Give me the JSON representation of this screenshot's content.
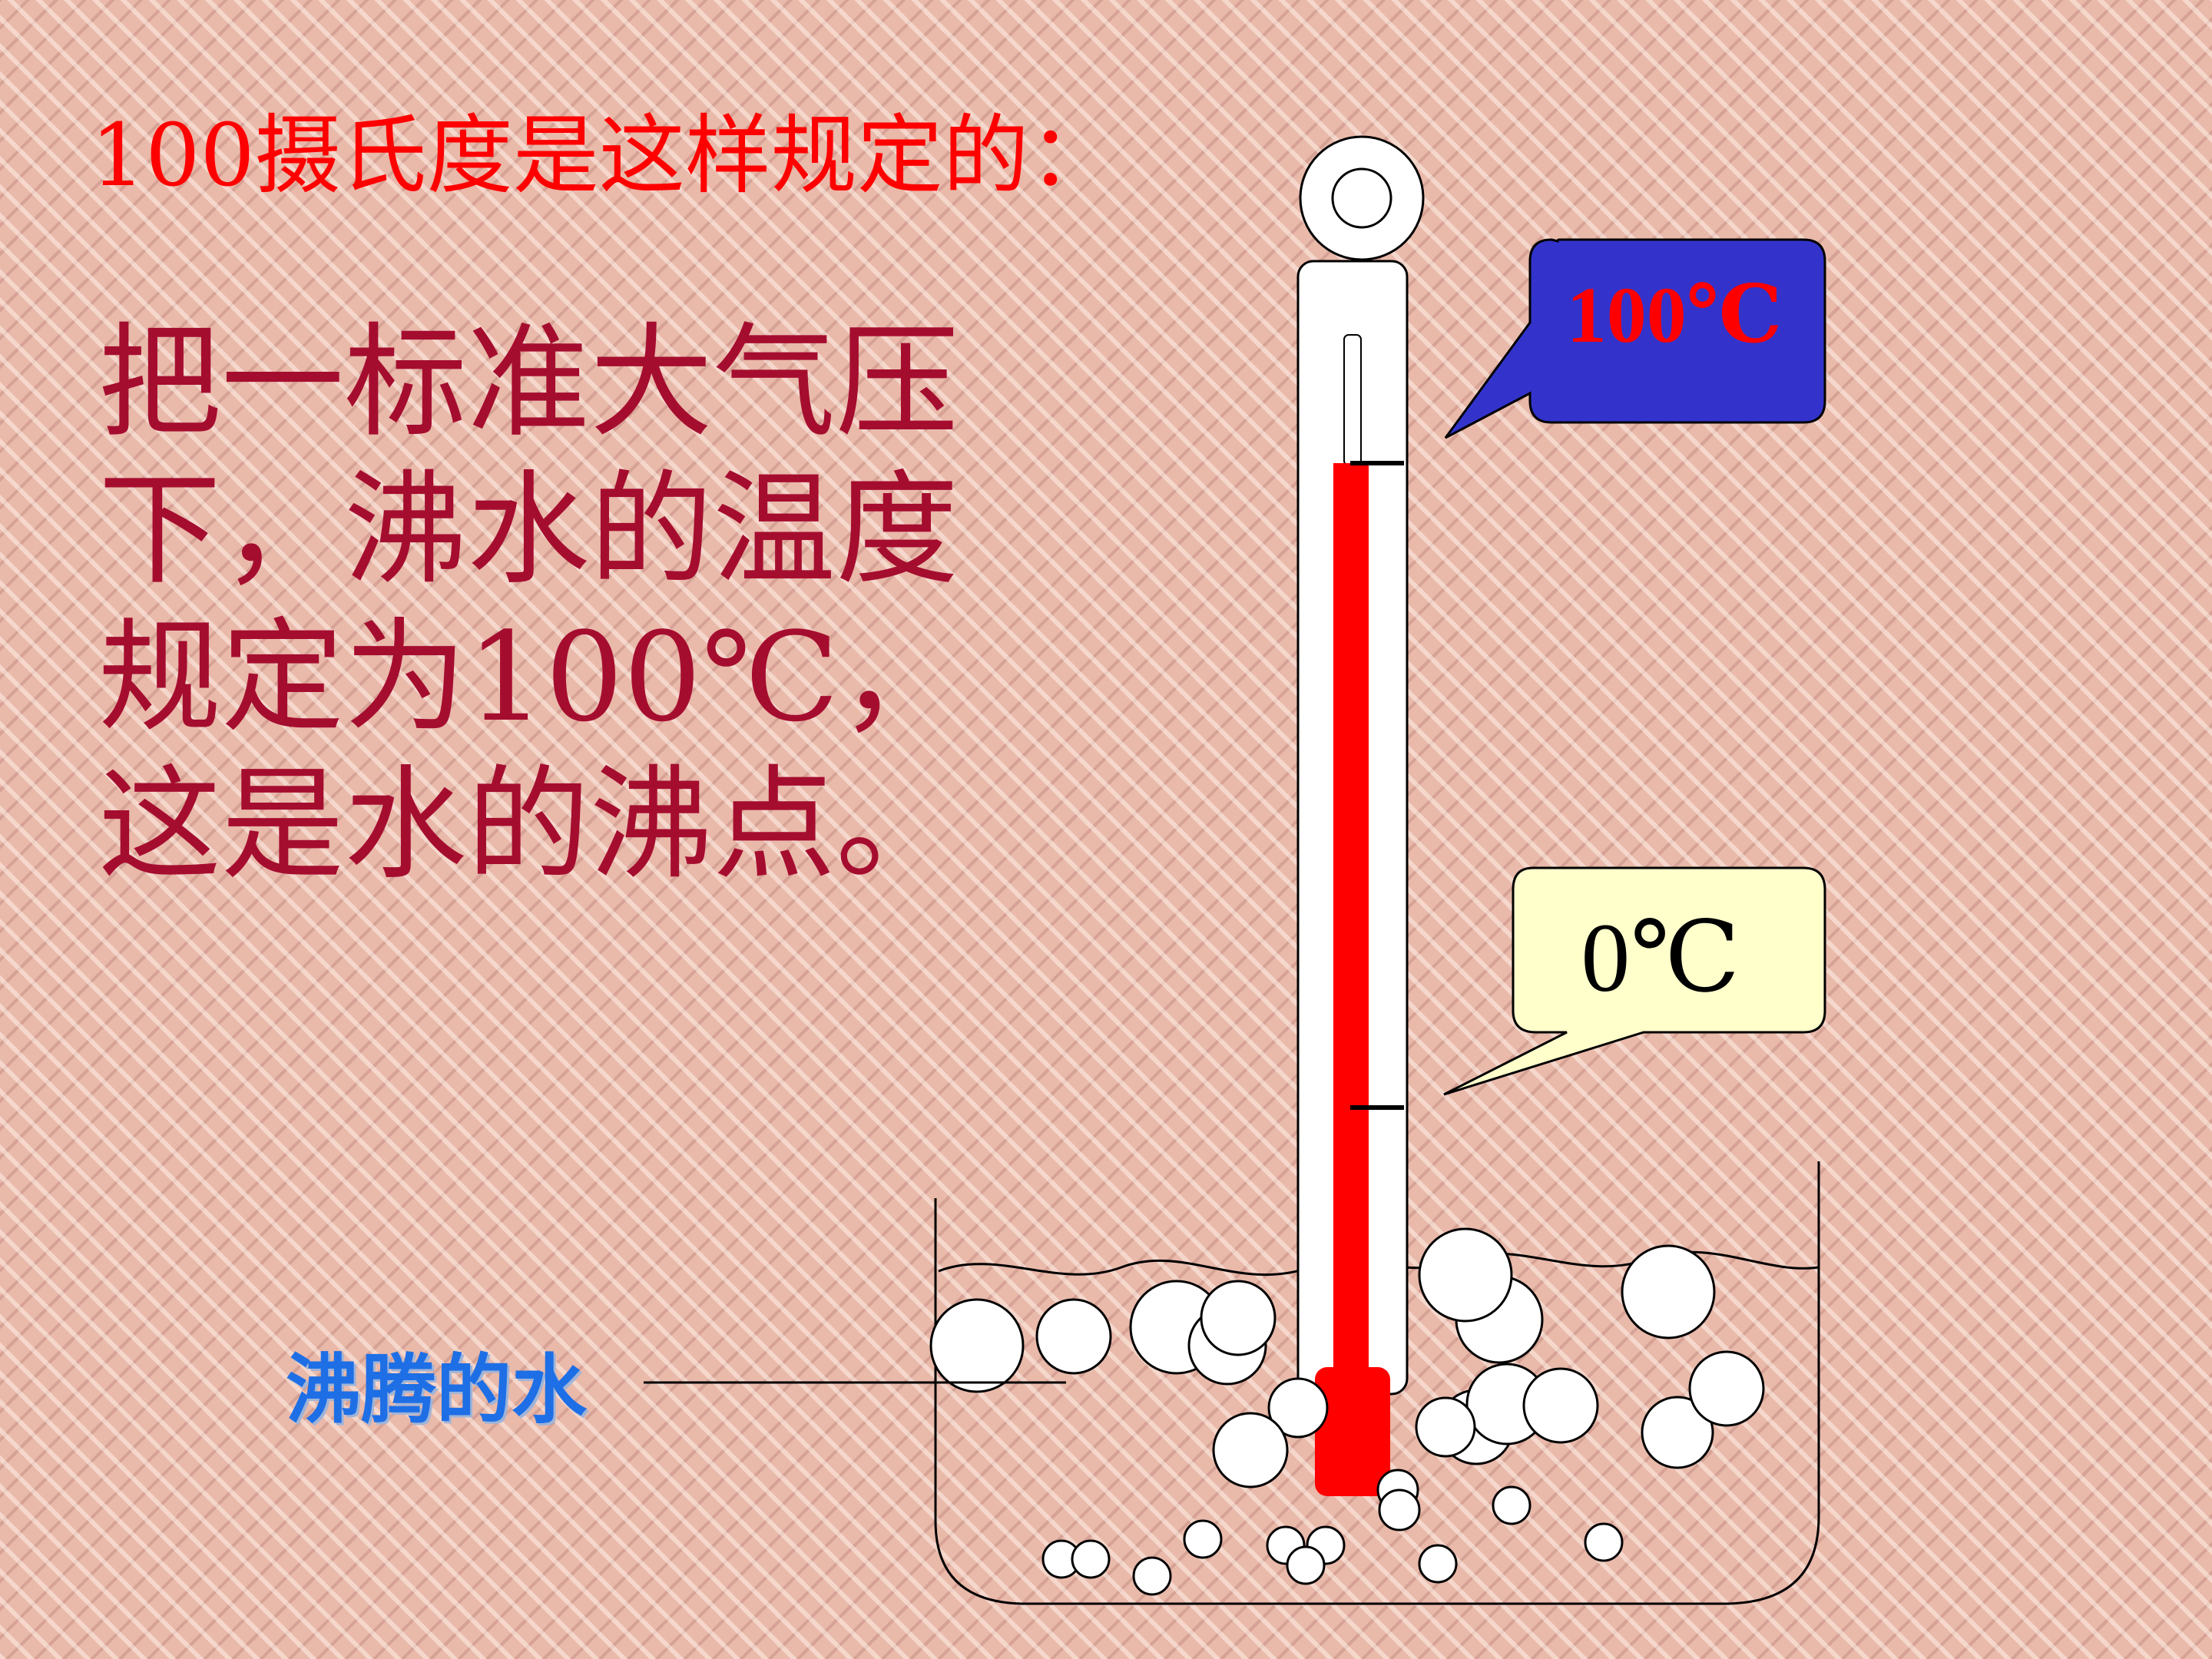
{
  "heading": "100摄氏度是这样规定的：",
  "body_lines": [
    "把一标准大气压",
    "下，沸水的温度",
    "规定为100℃，",
    "这是水的沸点。"
  ],
  "callout_100": "100℃",
  "callout_0": "0℃",
  "water_label": "沸腾的水",
  "colors": {
    "heading": "#ff0000",
    "body": "#a50d2f",
    "mercury": "#ff0000",
    "callout_100_fill": "#3333cc",
    "callout_100_text": "#ff0000",
    "callout_0_fill": "#ffffcc",
    "water_label": "#1e6fe6"
  },
  "icons": [
    "thermometer-icon",
    "beaker-icon",
    "bubble-icon"
  ]
}
